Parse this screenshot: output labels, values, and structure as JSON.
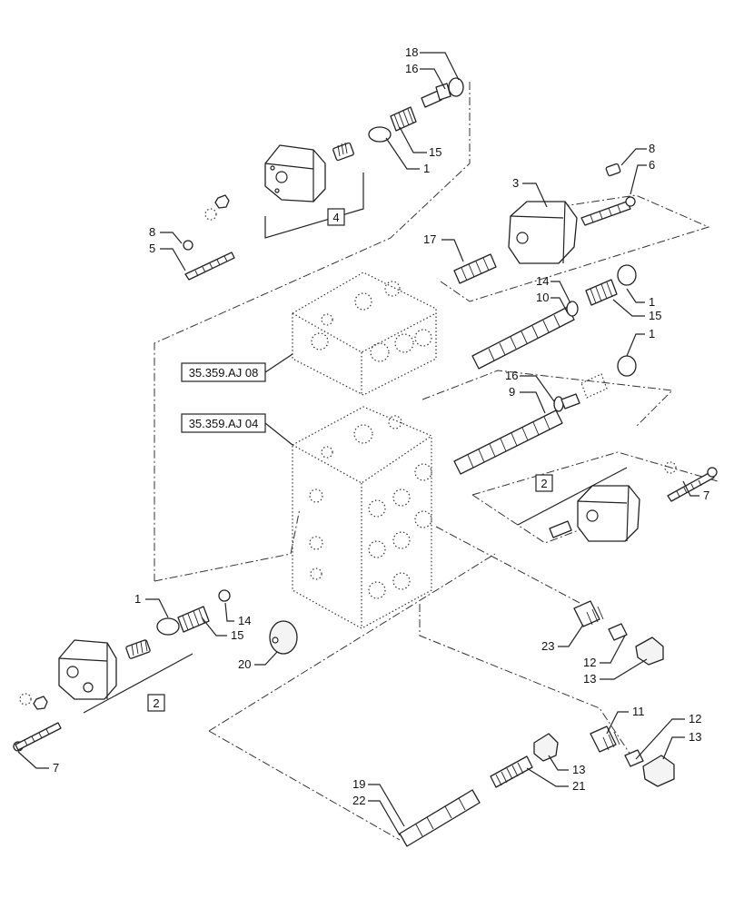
{
  "diagram": {
    "callouts": {
      "c18": "18",
      "c16a": "16",
      "c15a": "15",
      "c1a": "1",
      "c8a": "8",
      "c6": "6",
      "c3": "3",
      "c8b": "8",
      "c5": "5",
      "c17": "17",
      "c14a": "14",
      "c10": "10",
      "c1b": "1",
      "c15b": "15",
      "c1c": "1",
      "c16b": "16",
      "c9": "9",
      "c7a": "7",
      "c1d": "1",
      "c14b": "14",
      "c15c": "15",
      "c20": "20",
      "c23": "23",
      "c12a": "12",
      "c13a": "13",
      "c7b": "7",
      "c11": "11",
      "c12b": "12",
      "c13b": "13",
      "c19": "19",
      "c22": "22",
      "c13c": "13",
      "c21": "21"
    },
    "boxed_callouts": {
      "b4": "4",
      "b2a": "2",
      "b2b": "2"
    },
    "references": {
      "ref08": "35.359.AJ 08",
      "ref04": "35.359.AJ 04"
    }
  }
}
